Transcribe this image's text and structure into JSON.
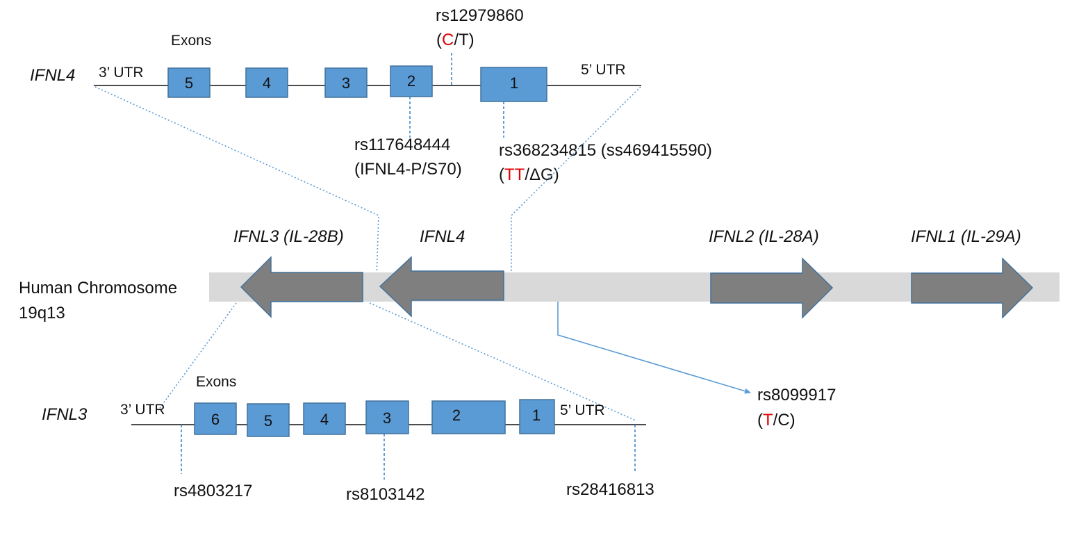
{
  "colors": {
    "exon_fill": "#5b9bd5",
    "exon_stroke": "#41719c",
    "chromosome_band": "#d9d9d9",
    "gene_arrow_fill": "#7f7f7f",
    "gene_arrow_stroke": "#41719c",
    "risk_allele": "#e00000",
    "connector": "#5b9bd5"
  },
  "chromosome": {
    "label_line1": "Human Chromosome",
    "label_line2": "19q13",
    "genes": [
      {
        "name": "IFNL3 (IL-28B)",
        "direction": "left"
      },
      {
        "name": "IFNL4",
        "direction": "left"
      },
      {
        "name": "IFNL2 (IL-28A)",
        "direction": "right"
      },
      {
        "name": "IFNL1 (IL-29A)",
        "direction": "right"
      }
    ],
    "snp": {
      "id": "rs8099917",
      "risk": "T",
      "rest": "/C)",
      "open": "("
    }
  },
  "ifnl4": {
    "gene_label": "IFNL4",
    "exons_label": "Exons",
    "utr3": "3’ UTR",
    "utr5": "5’ UTR",
    "exons": [
      "5",
      "4",
      "3",
      "2",
      "1"
    ],
    "snps": {
      "s1": {
        "id": "rs12979860",
        "open": "(",
        "risk": "C",
        "rest": "/T)"
      },
      "s2": {
        "id": "rs117648444",
        "note": "(IFNL4-P/S70)"
      },
      "s3": {
        "id": "rs368234815 (ss469415590)",
        "open": "(",
        "risk": "TT",
        "rest": "/ΔG)"
      }
    }
  },
  "ifnl3": {
    "gene_label": "IFNL3",
    "exons_label": "Exons",
    "utr3": "3’ UTR",
    "utr5": "5’ UTR",
    "exons": [
      "6",
      "5",
      "4",
      "3",
      "2",
      "1"
    ],
    "snps": [
      {
        "id": "rs4803217"
      },
      {
        "id": "rs8103142"
      },
      {
        "id": "rs28416813"
      }
    ]
  }
}
